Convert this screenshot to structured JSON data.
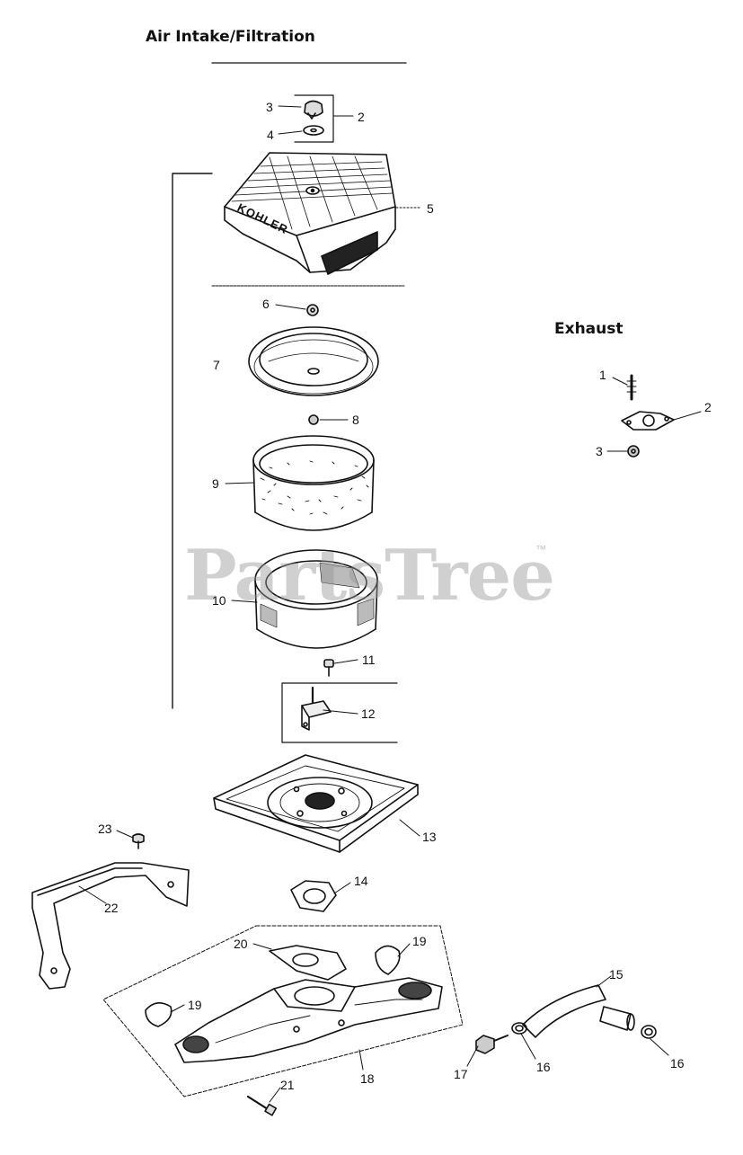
{
  "sections": {
    "air_intake_title": "Air Intake/Filtration",
    "exhaust_title": "Exhaust"
  },
  "watermark": {
    "text": "PartsTree",
    "mark": "™"
  },
  "cover_brand": "KOHLER",
  "air_labels": {
    "p2": "2",
    "p3": "3",
    "p4": "4",
    "p5": "5",
    "p6": "6",
    "p7": "7",
    "p8": "8",
    "p9": "9",
    "p10": "10",
    "p11": "11",
    "p12": "12",
    "p13": "13",
    "p14": "14",
    "p15": "15",
    "p16a": "16",
    "p16b": "16",
    "p17": "17",
    "p18": "18",
    "p19a": "19",
    "p19b": "19",
    "p20": "20",
    "p21": "21",
    "p22": "22",
    "p23": "23"
  },
  "exhaust_labels": {
    "p1": "1",
    "p2": "2",
    "p3": "3"
  },
  "colors": {
    "ink": "#111111",
    "watermark": "#969696",
    "paper": "#ffffff"
  }
}
